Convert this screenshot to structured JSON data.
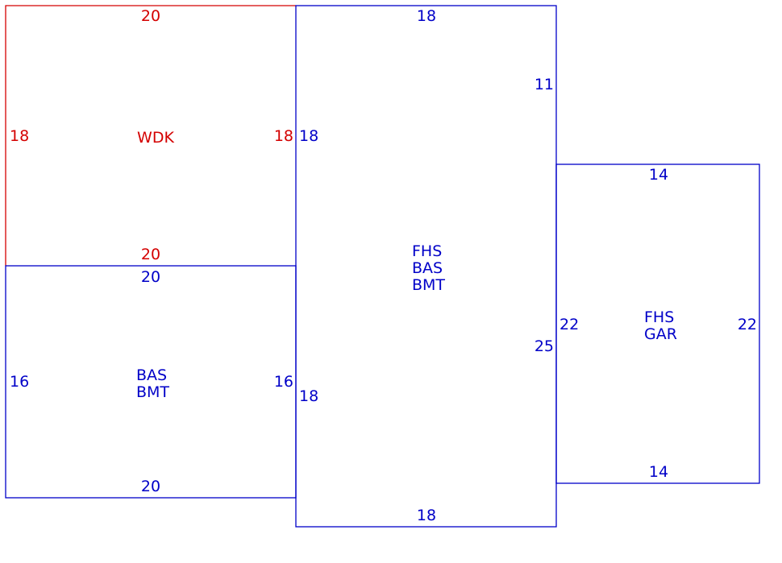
{
  "colors": {
    "primary": "#0000c8",
    "deck": "#d40000"
  },
  "deck": {
    "code": "WDK",
    "top": "20",
    "bottom": "20",
    "left": "18",
    "right": "18"
  },
  "left_section": {
    "codes": [
      "BAS",
      "BMT"
    ],
    "top": "20",
    "bottom": "20",
    "left": "16",
    "right": "16"
  },
  "center_section": {
    "codes": [
      "FHS",
      "BAS",
      "BMT"
    ],
    "top": "18",
    "bottom": "18",
    "left_upper": "18",
    "left_lower": "18",
    "right_upper": "11",
    "right_lower": "25"
  },
  "garage_section": {
    "codes": [
      "FHS",
      "GAR"
    ],
    "top": "14",
    "bottom": "14",
    "left": "22",
    "right": "22"
  }
}
